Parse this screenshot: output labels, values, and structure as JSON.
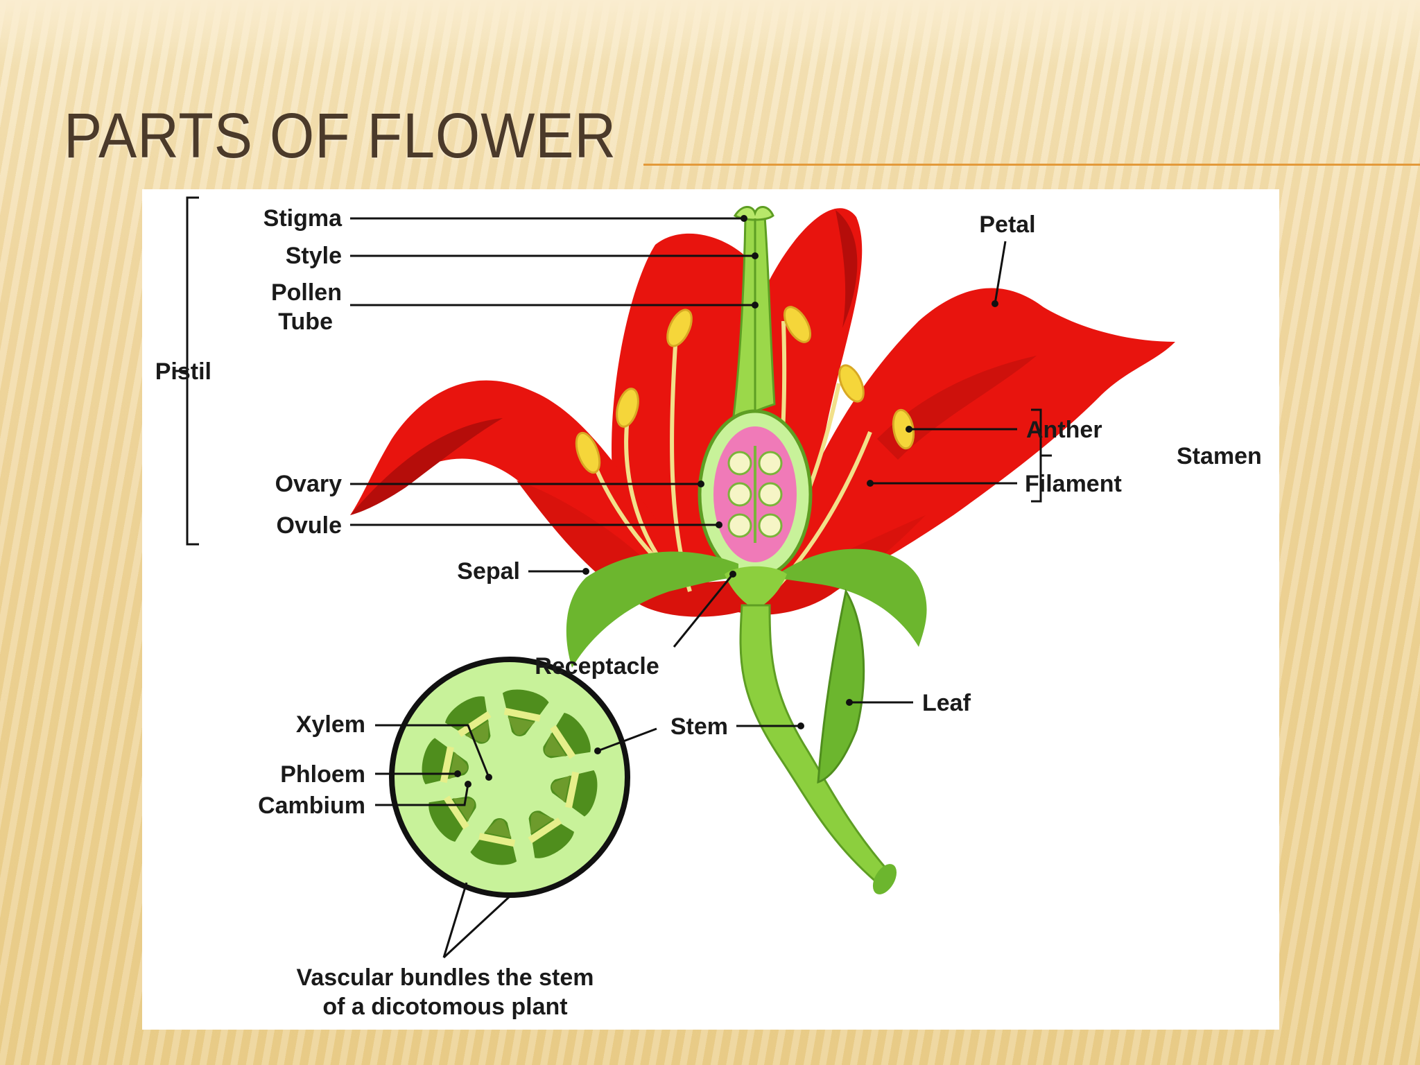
{
  "slide": {
    "title": "PARTS OF FLOWER"
  },
  "labels": {
    "stigma": "Stigma",
    "style": "Style",
    "pollen_tube_1": "Pollen",
    "pollen_tube_2": "Tube",
    "pistil": "Pistil",
    "ovary": "Ovary",
    "ovule": "Ovule",
    "sepal": "Sepal",
    "receptacle": "Receptacle",
    "petal": "Petal",
    "anther": "Anther",
    "filament": "Filament",
    "stamen": "Stamen",
    "leaf": "Leaf",
    "stem": "Stem",
    "xylem": "Xylem",
    "phloem": "Phloem",
    "cambium": "Cambium",
    "caption_1": "Vascular bundles the stem",
    "caption_2": "of a dicotomous plant"
  },
  "colors": {
    "petal": "#e8140e",
    "petal_dark": "#b50d0a",
    "green": "#7ec63a",
    "light_green": "#c8f29a",
    "ovary_pink": "#f07ab8",
    "anther_yellow": "#f5d63a",
    "title_rule": "#e39a3a"
  }
}
